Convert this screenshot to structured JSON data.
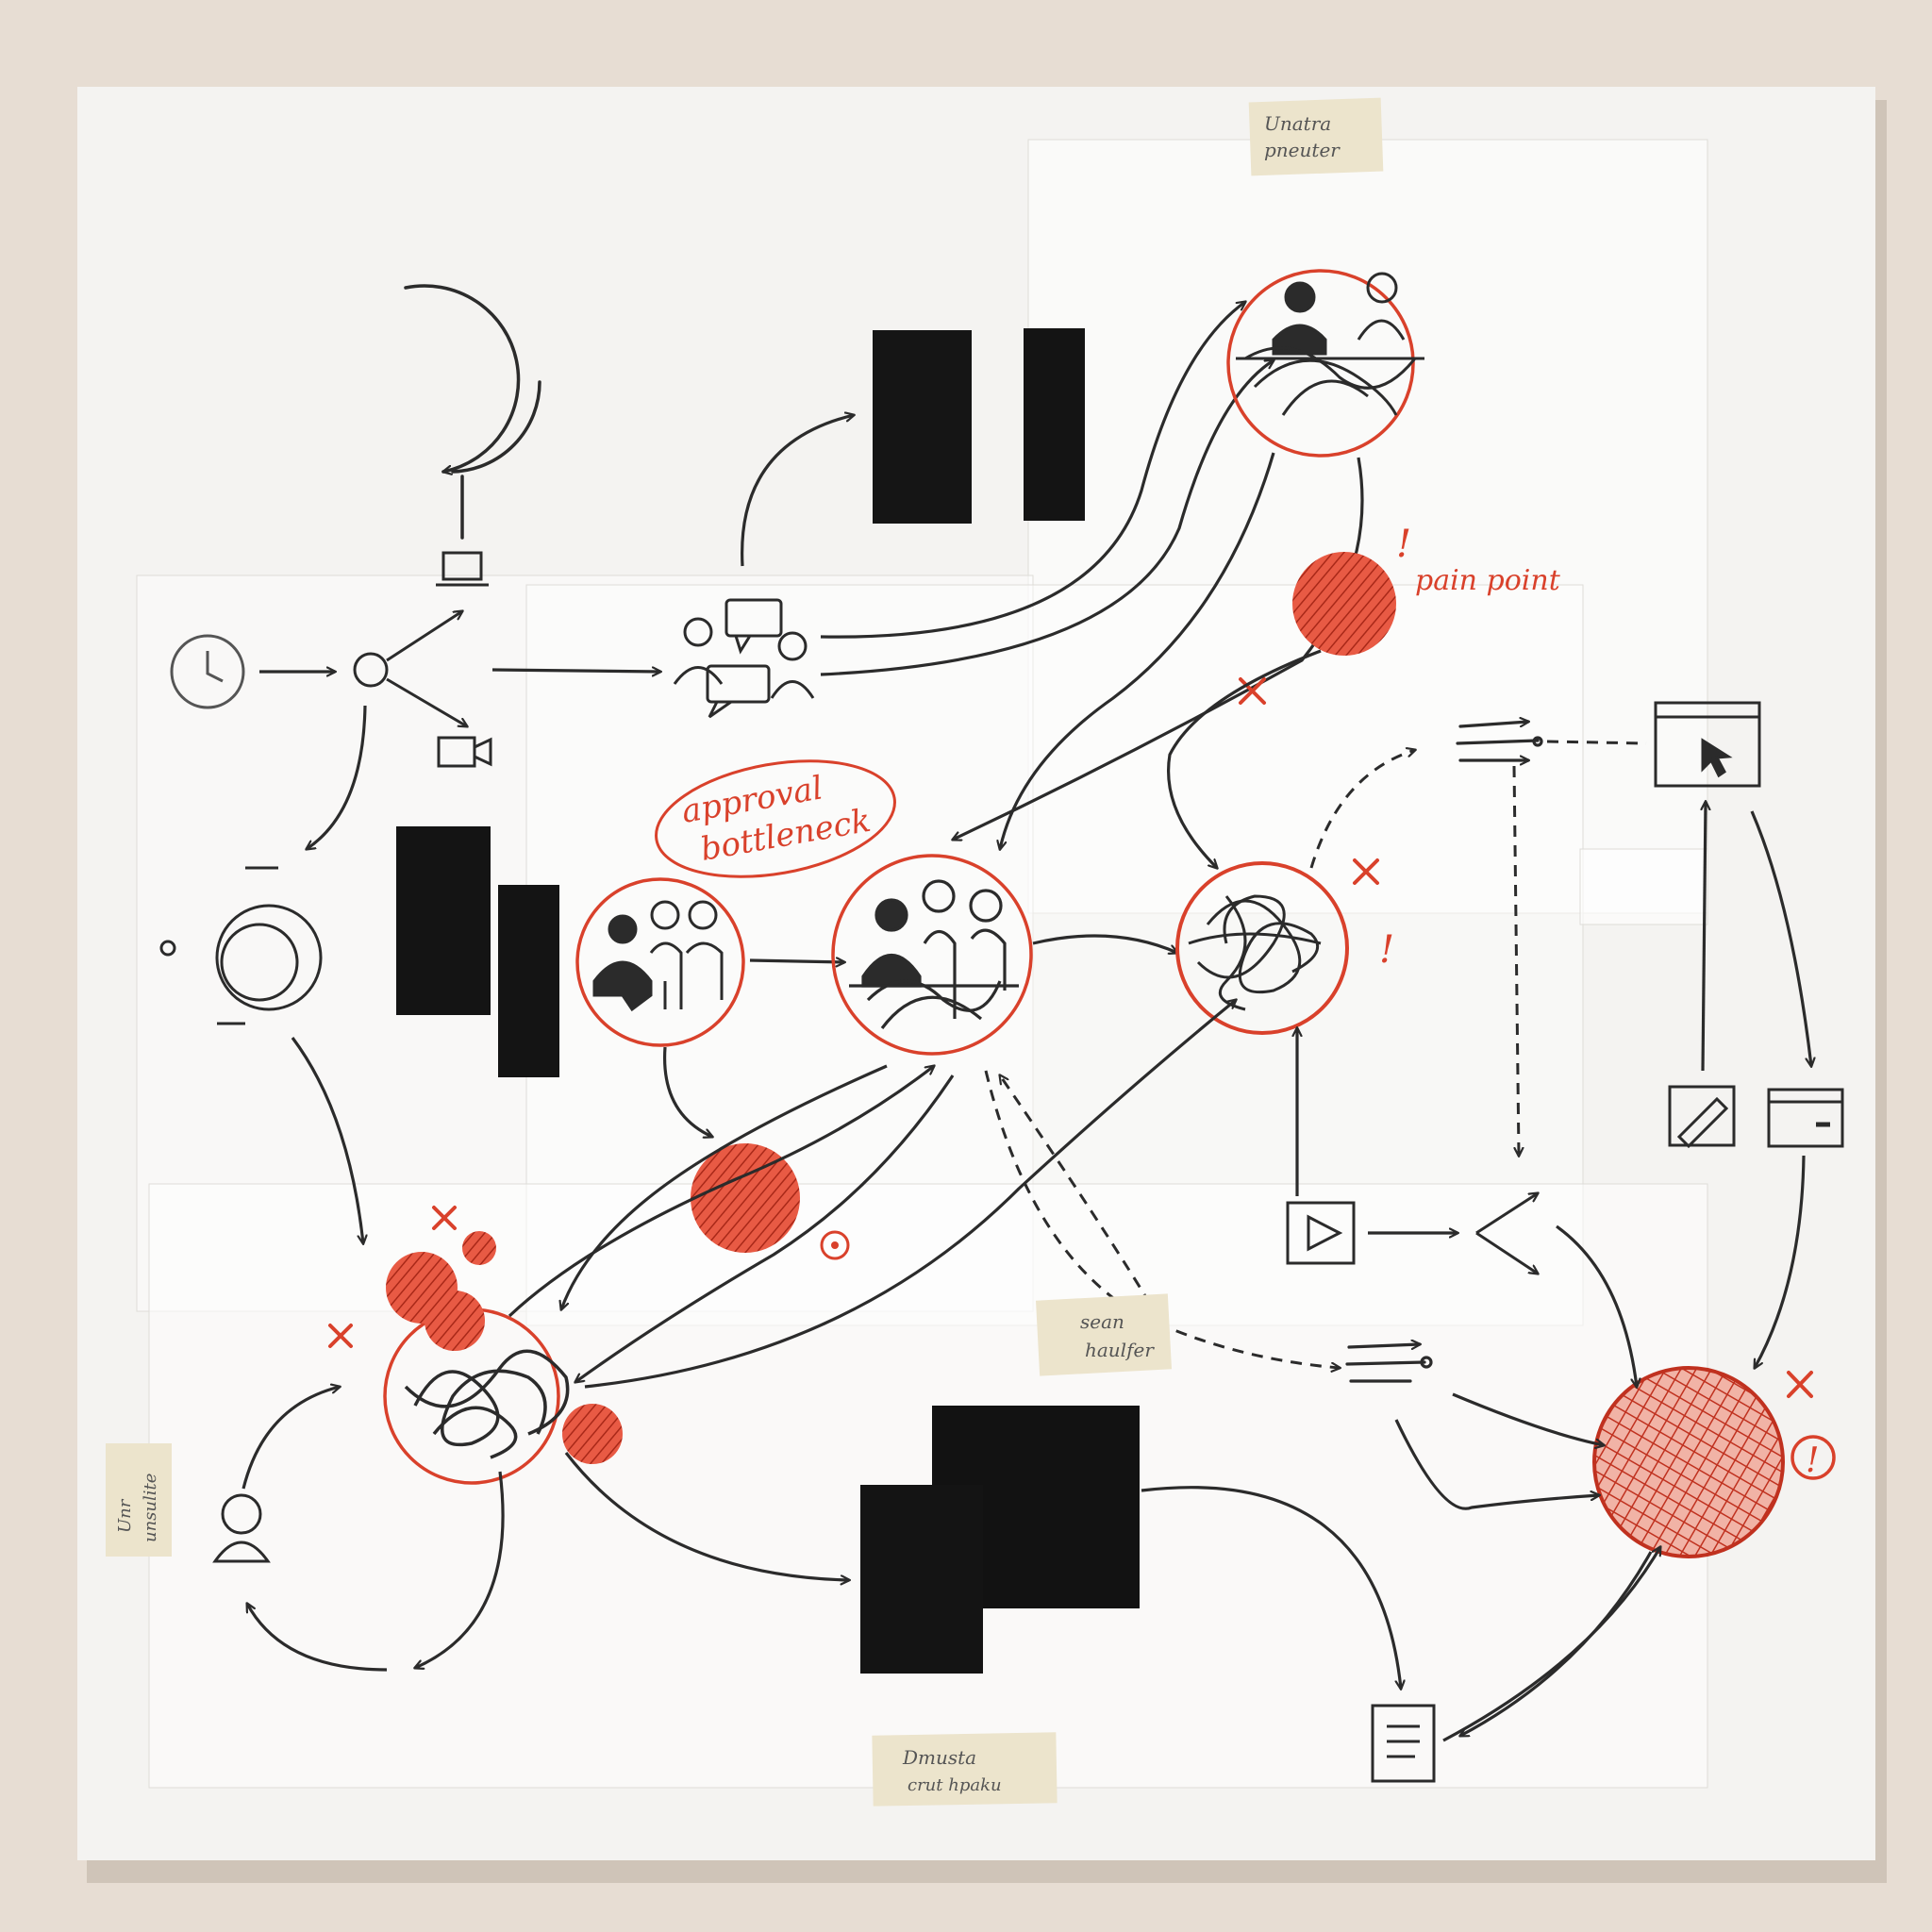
{
  "colors": {
    "background": "#e7ddd3",
    "board": "#f4f3f1",
    "ink": "#2b2b2b",
    "accent_red": "#d9412b",
    "tape": "#ece4cc",
    "paper_block": "#141414"
  },
  "annotations": {
    "approval_bottleneck_line1": "approval",
    "approval_bottleneck_line2": "bottleneck",
    "pain_point": "pain point",
    "exclamation": "!"
  },
  "tape_labels": {
    "top_line1": "Unatra",
    "top_line2": "pneuter",
    "middle_line1": "sean",
    "middle_line2": "haulfer",
    "left_line1": "Unr",
    "left_line2": "unsulite",
    "bottom_line1": "Dmusta",
    "bottom_line2": "crut hpaku"
  },
  "icons": [
    "cycle-icon",
    "clock-icon",
    "branch-node-icon",
    "laptop-icon",
    "video-camera-icon",
    "chat-group-icon",
    "team-meeting-icon",
    "team-tangle-icon",
    "tangle-icon",
    "list-lines-icon",
    "browser-cursor-icon",
    "edit-window-icon",
    "browser-window-icon",
    "play-button-icon",
    "document-icon",
    "user-icon",
    "camera-icon",
    "target-icon"
  ]
}
